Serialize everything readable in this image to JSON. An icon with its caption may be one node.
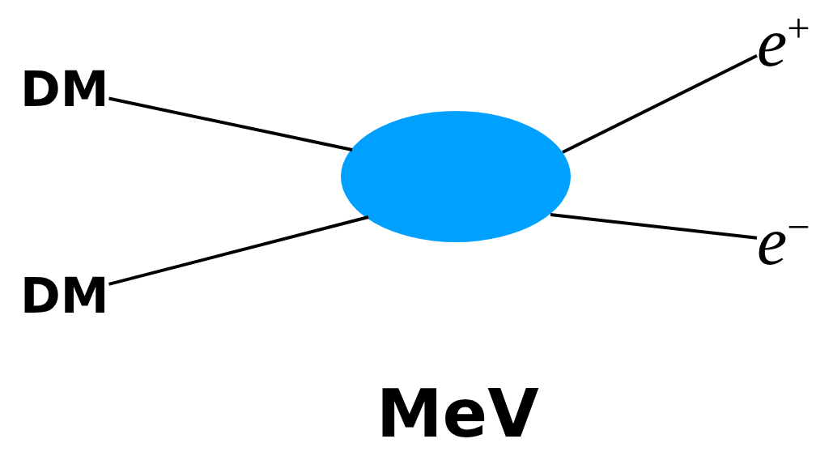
{
  "diagram": {
    "caption": "MeV",
    "nodes": [
      {
        "text": [
          "DM"
        ]
      },
      {
        "text": [
          "DM"
        ]
      },
      {
        "text": [],
        "shape": "ellipse"
      },
      {
        "text": [
          "*e*$^{+}$"
        ]
      },
      {
        "text": [
          "*e*$^{−}$"
        ]
      }
    ],
    "edges": [
      {
        "from": 0,
        "to": 2,
        "arrow": "none"
      },
      {
        "from": 1,
        "to": 2,
        "arrow": "none"
      },
      {
        "from": 2,
        "to": 3,
        "arrow": "none"
      },
      {
        "from": 2,
        "to": 4,
        "arrow": "none"
      }
    ]
  }
}
